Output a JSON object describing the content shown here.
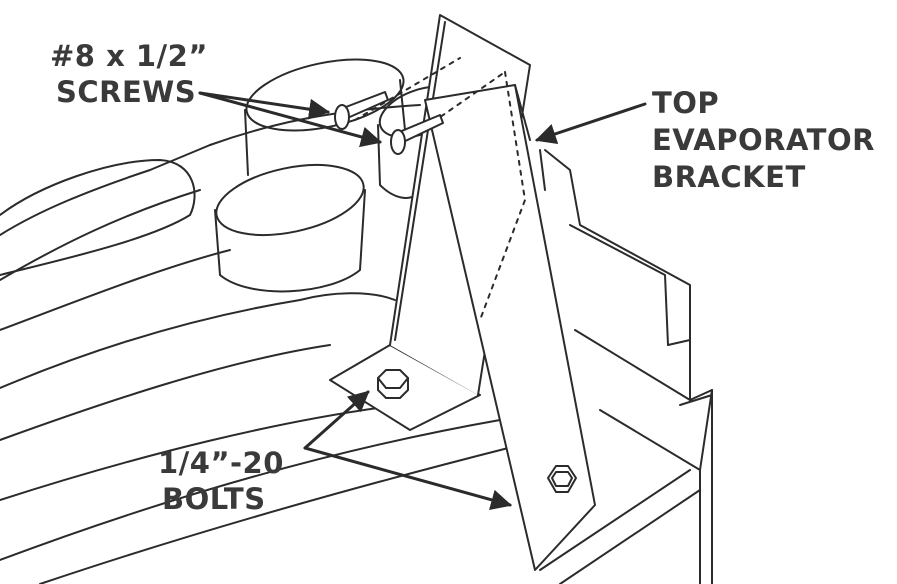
{
  "labels": {
    "screws_line1": "#8 x 1/2”",
    "screws_line2": "SCREWS",
    "bracket_line1": "TOP",
    "bracket_line2": "EVAPORATOR",
    "bracket_line3": "BRACKET",
    "bolts_line1": "1/4”-20",
    "bolts_line2": "BOLTS"
  },
  "colors": {
    "ink": "#2b2b2b",
    "label": "#3a3a3a",
    "background": "#ffffff"
  }
}
